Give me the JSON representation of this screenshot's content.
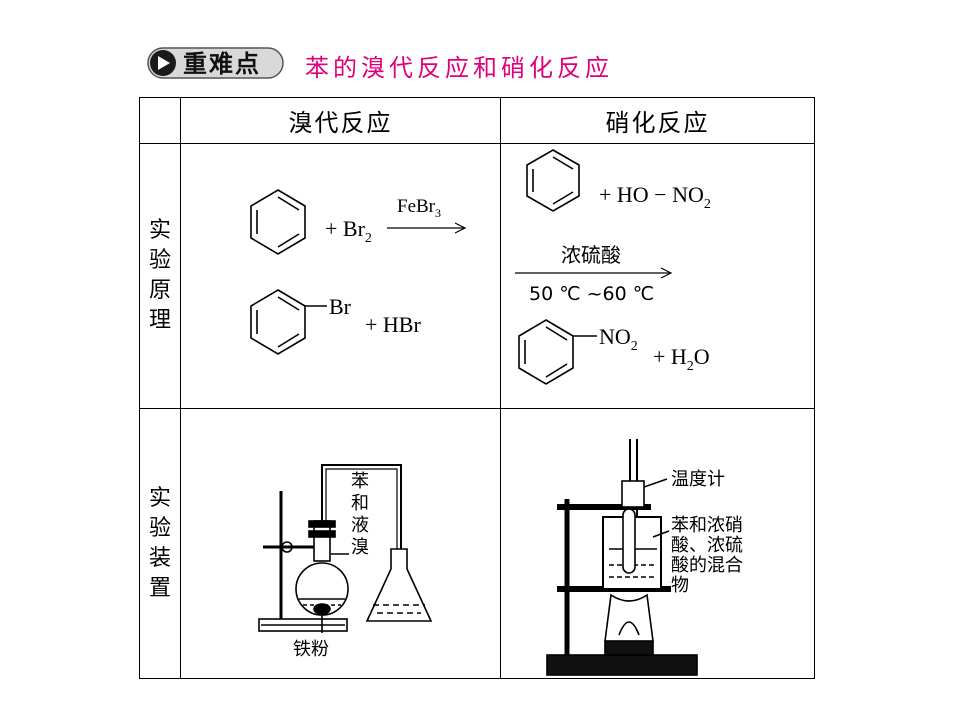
{
  "header": {
    "badge_label": "重难点",
    "title": "苯的溴代反应和硝化反应"
  },
  "table": {
    "col_headers": [
      "溴代反应",
      "硝化反应"
    ],
    "row_labels": [
      "实验原理",
      "实验装置"
    ],
    "bromination_principle": {
      "reagent": "+ Br",
      "reagent_sub": "2",
      "catalyst": "FeBr",
      "catalyst_sub": "3",
      "product_group": "Br",
      "byproduct": "+ HBr"
    },
    "nitration_principle": {
      "reagent_main": "+ HO − NO",
      "reagent_sub": "2",
      "condition_top": "浓硫酸",
      "condition_bottom": "50 ℃ ~60 ℃",
      "product_group": "NO",
      "product_group_sub": "2",
      "byproduct_main": "+ H",
      "byproduct_sub": "2",
      "byproduct_end": "O"
    },
    "bromination_apparatus": {
      "label_mixture": [
        "苯",
        "和",
        "液",
        "溴"
      ],
      "label_iron": "铁粉"
    },
    "nitration_apparatus": {
      "label_thermometer": "温度计",
      "label_mixture_lines": [
        "苯和浓硝",
        "酸、浓硫",
        "酸的混合",
        "物"
      ]
    }
  }
}
